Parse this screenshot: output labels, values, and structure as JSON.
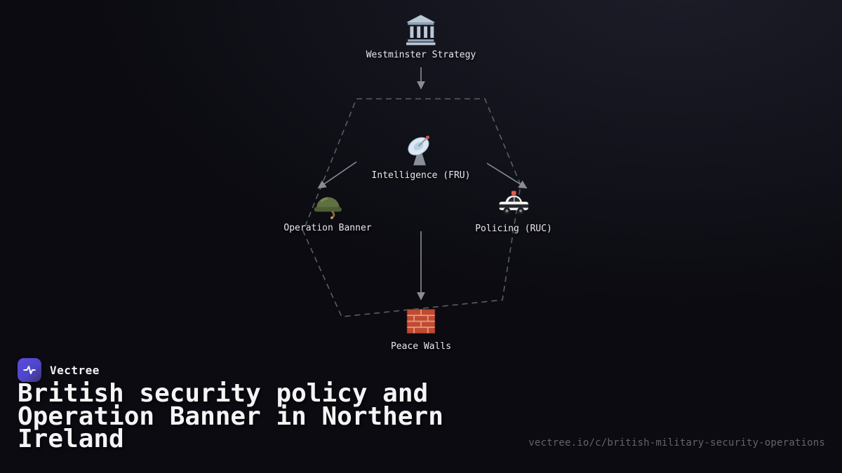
{
  "diagram": {
    "nodes": [
      {
        "id": "westminster-strategy",
        "label": "Westminster Strategy",
        "icon": "bank-icon"
      },
      {
        "id": "intelligence-fru",
        "label": "Intelligence (FRU)",
        "icon": "satellite-icon"
      },
      {
        "id": "operation-banner",
        "label": "Operation Banner",
        "icon": "military-helmet-icon"
      },
      {
        "id": "policing-ruc",
        "label": "Policing (RUC)",
        "icon": "police-car-icon"
      },
      {
        "id": "peace-walls",
        "label": "Peace Walls",
        "icon": "brick-wall-icon"
      }
    ],
    "edges": [
      {
        "from": "westminster-strategy",
        "to": "security-group"
      },
      {
        "from": "intelligence-fru",
        "to": "operation-banner"
      },
      {
        "from": "intelligence-fru",
        "to": "policing-ruc"
      },
      {
        "from": "intelligence-fru",
        "to": "peace-walls"
      }
    ]
  },
  "footer": {
    "brand": "Vectree",
    "title": "British security policy and Operation Banner in Northern Ireland",
    "url": "vectree.io/c/british-military-security-operations"
  },
  "colors": {
    "background": "#0b0b11",
    "dashed_border": "#5c5c66",
    "arrow": "#8b8b93",
    "node_label": "#e8e8ec",
    "title": "#f4f4f6",
    "url_text": "#63636d",
    "brand_accent": "#5b4be0"
  }
}
